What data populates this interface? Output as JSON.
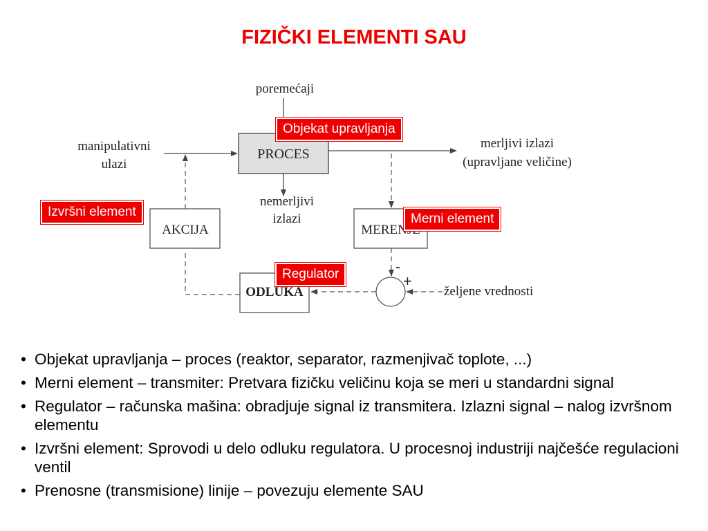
{
  "title": "FIZIČKI ELEMENTI SAU",
  "colors": {
    "title": "#ee0000",
    "label_bg": "#ee0000",
    "box_fill": "#e0e0e0",
    "line": "#444444"
  },
  "diagram": {
    "disturbance": "poremećaji",
    "inputs_line1": "manipulativni",
    "inputs_line2": "ulazi",
    "process": "PROCES",
    "outputs_line1": "merljivi izlazi",
    "outputs_line2": "(upravljane veličine)",
    "unmeasured_line1": "nemerljivi",
    "unmeasured_line2": "izlazi",
    "action": "AKCIJA",
    "measurement": "MERENJE",
    "decision": "ODLUKA",
    "setpoints": "željene vrednosti",
    "minus": "-",
    "plus": "+"
  },
  "labels": {
    "object": "Objekat upravljanja",
    "actuator": "Izvršni element",
    "sensor": "Merni element",
    "regulator": "Regulator"
  },
  "bullets": [
    "Objekat upravljanja – proces (reaktor, separator, razmenjivač toplote, ...)",
    "Merni element – transmiter: Pretvara fizičku veličinu koja se meri u standardni signal",
    "Regulator – računska mašina: obradjuje signal iz transmitera. Izlazni signal – nalog izvršnom elementu",
    "Izvršni element: Sprovodi u delo odluku regulatora. U procesnoj industriji najčešće regulacioni ventil",
    "Prenosne (transmisione) linije – povezuju elemente SAU"
  ]
}
